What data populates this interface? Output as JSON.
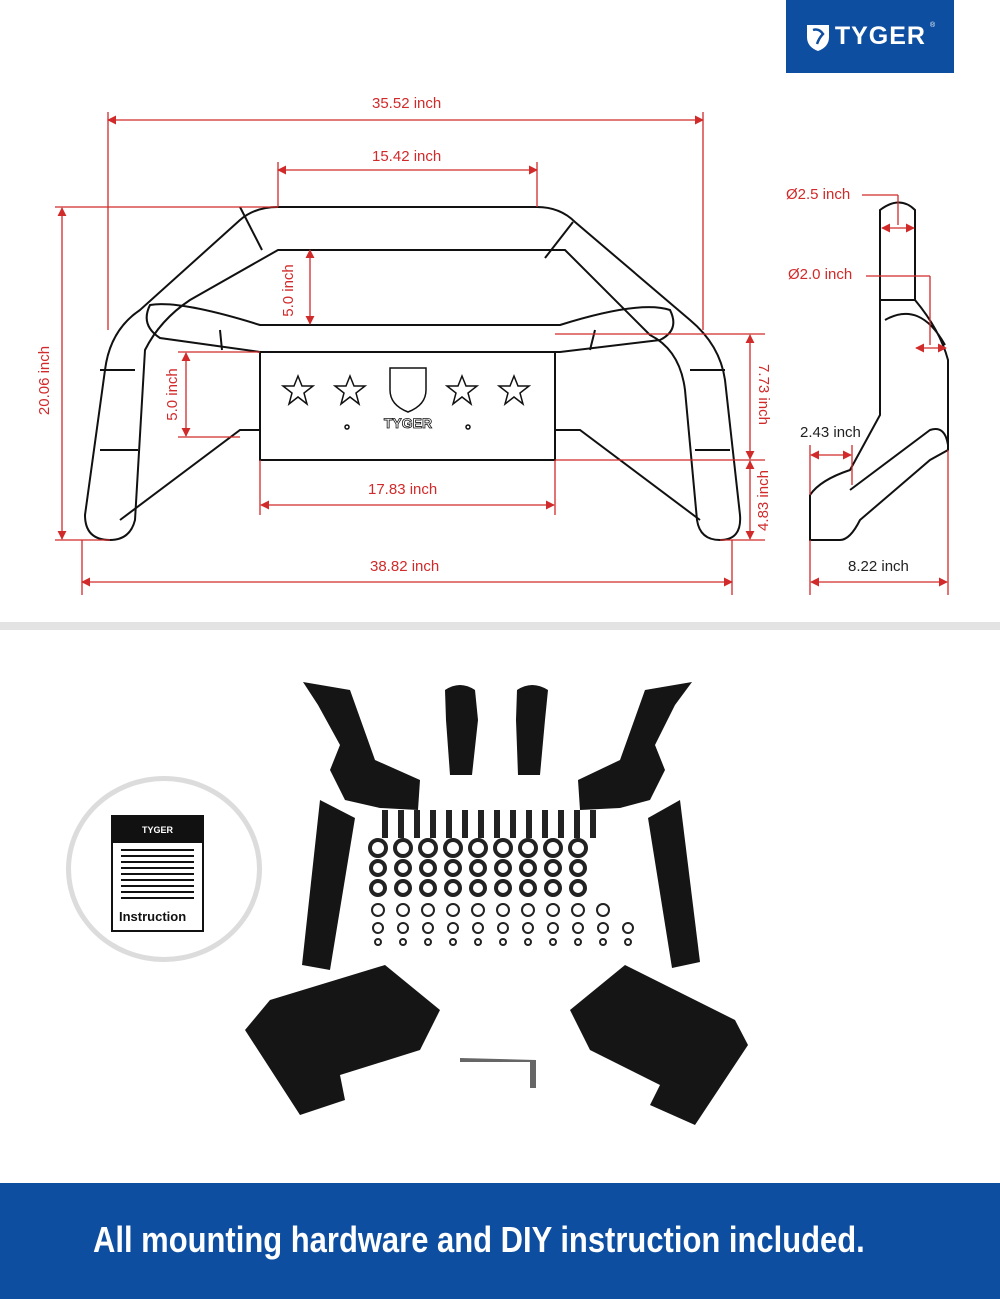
{
  "brand": {
    "name": "TYGER",
    "mark": "®",
    "color": "#0d4ea0"
  },
  "dimensions": {
    "overall_top_width": "35.52 inch",
    "top_bar_width": "15.42 inch",
    "overall_height": "20.06 inch",
    "upper_gap": "5.0 inch",
    "side_gap": "5.0 inch",
    "center_height": "7.73 inch",
    "lower_height": "4.83 inch",
    "plate_width": "17.83 inch",
    "overall_bottom_width": "38.82 inch",
    "tube_diameter_large": "Ø2.5 inch",
    "tube_diameter_small": "Ø2.0 inch",
    "side_offset": "2.43 inch",
    "side_depth": "8.22 inch"
  },
  "plate_logo": "TYGER",
  "manual": {
    "brand": "TYGER",
    "label": "Instruction"
  },
  "banner": {
    "text": "All mounting hardware and DIY instruction included."
  },
  "colors": {
    "dimension": "#d12a2a",
    "banner": "#0d4ea0"
  }
}
